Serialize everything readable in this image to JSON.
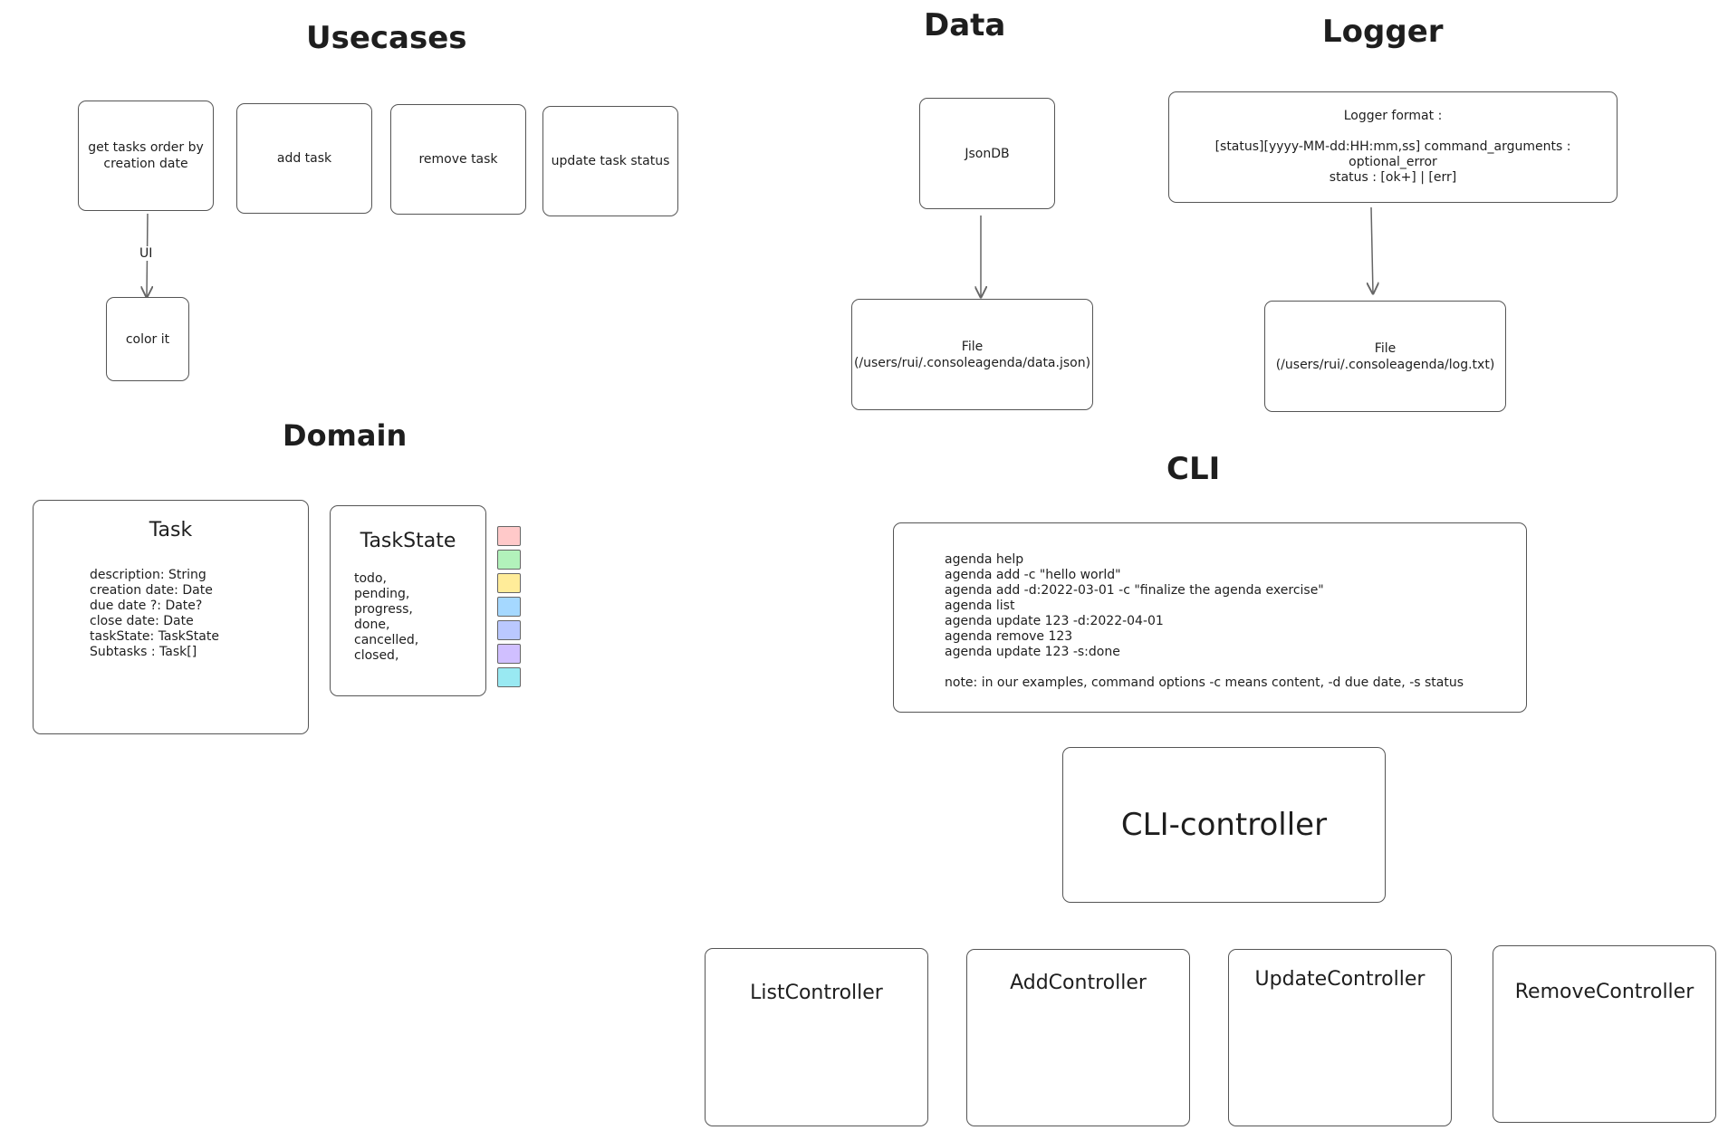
{
  "sections": {
    "usecases": "Usecases",
    "domain": "Domain",
    "data": "Data",
    "logger": "Logger",
    "cli": "CLI"
  },
  "usecases": {
    "get_tasks": "get tasks order by\ncreation date",
    "add_task": "add task",
    "remove_task": "remove task",
    "update_status": "update task status",
    "arrow_label": "UI",
    "color_it": "color it"
  },
  "domain": {
    "task": {
      "title": "Task",
      "fields": "description: String\ncreation date: Date\ndue date ?: Date?\nclose date: Date\ntaskState: TaskState\nSubtasks : Task[]"
    },
    "task_state": {
      "title": "TaskState",
      "values": "todo,\npending,\nprogress,\ndone,\ncancelled,\nclosed,"
    },
    "swatch_colors": [
      "#ffc9c9",
      "#b2f2bb",
      "#ffec99",
      "#a5d8ff",
      "#bac8ff",
      "#d0bfff",
      "#99e9f2"
    ]
  },
  "data": {
    "jsondb": "JsonDB",
    "file": "File\n(/users/rui/.consoleagenda/data.json)"
  },
  "logger": {
    "format": "Logger format :\n\n[status][yyyy-MM-dd:HH:mm,ss] command_arguments : optional_error\nstatus : [ok+] | [err]",
    "file": "File\n(/users/rui/.consoleagenda/log.txt)"
  },
  "cli": {
    "commands": "agenda help\nagenda add -c \"hello world\"\nagenda add -d:2022-03-01 -c \"finalize the agenda exercise\"\nagenda list\nagenda update 123 -d:2022-04-01\nagenda remove 123\nagenda update 123 -s:done\n\nnote: in our examples, command options -c means content, -d due date, -s status",
    "controller": "CLI-controller",
    "list_controller": "ListController",
    "add_controller": "AddController",
    "update_controller": "UpdateController",
    "remove_controller": "RemoveController"
  }
}
